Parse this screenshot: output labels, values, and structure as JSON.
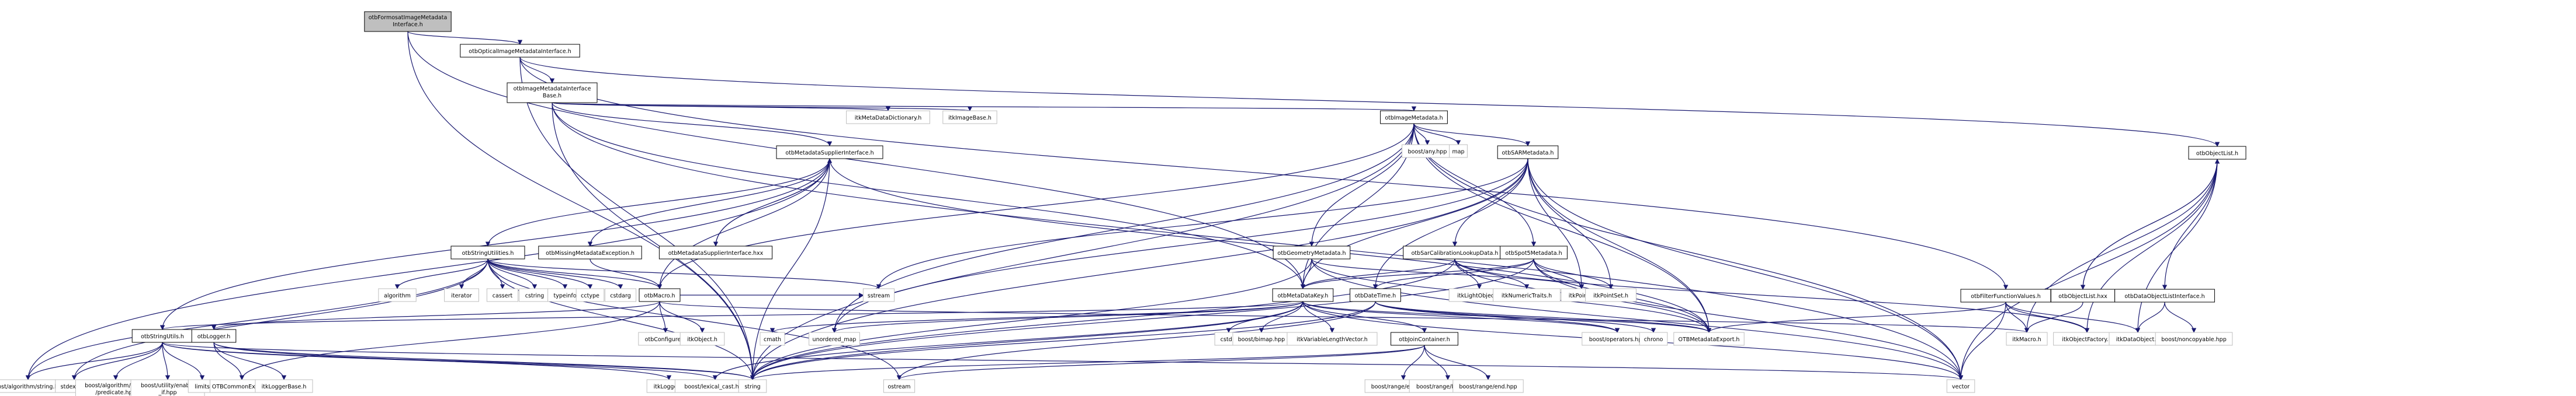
{
  "diagram": {
    "type": "include-dependency-graph",
    "colors": {
      "edge": "#191970",
      "root_fill": "#bfbfbf",
      "documented_fill": "#ffffff",
      "documented_border": "#000000",
      "external_fill": "#ffffff",
      "external_border": "#bfbfbf"
    },
    "nodes": [
      {
        "id": "root",
        "label": [
          "otbFormosatImageMetadata",
          "Interface.h"
        ],
        "kind": "root"
      },
      {
        "id": "optical",
        "label": [
          "otbOpticalImageMetadataInterface.h"
        ],
        "kind": "doc"
      },
      {
        "id": "imibase",
        "label": [
          "otbImageMetadataInterface",
          "Base.h"
        ],
        "kind": "doc"
      },
      {
        "id": "itkmdd",
        "label": [
          "itkMetaDataDictionary.h"
        ],
        "kind": "ext"
      },
      {
        "id": "itkimagebase",
        "label": [
          "itkImageBase.h"
        ],
        "kind": "ext"
      },
      {
        "id": "imagemd",
        "label": [
          "otbImageMetadata.h"
        ],
        "kind": "doc"
      },
      {
        "id": "objectlist",
        "label": [
          "otbObjectList.h"
        ],
        "kind": "doc"
      },
      {
        "id": "mdsupplier",
        "label": [
          "otbMetadataSupplierInterface.h"
        ],
        "kind": "doc"
      },
      {
        "id": "boostany",
        "label": [
          "boost/any.hpp"
        ],
        "kind": "ext"
      },
      {
        "id": "map",
        "label": [
          "map"
        ],
        "kind": "ext"
      },
      {
        "id": "sarmd",
        "label": [
          "otbSARMetadata.h"
        ],
        "kind": "doc"
      },
      {
        "id": "stringutilities",
        "label": [
          "otbStringUtilities.h"
        ],
        "kind": "doc"
      },
      {
        "id": "missingmd",
        "label": [
          "otbMissingMetadataException.h"
        ],
        "kind": "doc"
      },
      {
        "id": "mdsupplierhxx",
        "label": [
          "otbMetadataSupplierInterface.hxx"
        ],
        "kind": "doc"
      },
      {
        "id": "geommd",
        "label": [
          "otbGeometryMetadata.h"
        ],
        "kind": "doc"
      },
      {
        "id": "sarcal",
        "label": [
          "otbSarCalibrationLookupData.h"
        ],
        "kind": "doc"
      },
      {
        "id": "spot5",
        "label": [
          "otbSpot5Metadata.h"
        ],
        "kind": "doc"
      },
      {
        "id": "filterfunc",
        "label": [
          "otbFilterFunctionValues.h"
        ],
        "kind": "doc"
      },
      {
        "id": "objectlisthxx",
        "label": [
          "otbObjectList.hxx"
        ],
        "kind": "doc"
      },
      {
        "id": "dataobjlist",
        "label": [
          "otbDataObjectListInterface.h"
        ],
        "kind": "doc"
      },
      {
        "id": "algorithm",
        "label": [
          "algorithm"
        ],
        "kind": "ext"
      },
      {
        "id": "iterator",
        "label": [
          "iterator"
        ],
        "kind": "ext"
      },
      {
        "id": "cassert",
        "label": [
          "cassert"
        ],
        "kind": "ext"
      },
      {
        "id": "cstring",
        "label": [
          "cstring"
        ],
        "kind": "ext"
      },
      {
        "id": "typeinfo",
        "label": [
          "typeinfo"
        ],
        "kind": "ext"
      },
      {
        "id": "cctype",
        "label": [
          "cctype"
        ],
        "kind": "ext"
      },
      {
        "id": "cstdarg",
        "label": [
          "cstdarg"
        ],
        "kind": "ext"
      },
      {
        "id": "macro",
        "label": [
          "otbMacro.h"
        ],
        "kind": "doc"
      },
      {
        "id": "sstream",
        "label": [
          "sstream"
        ],
        "kind": "ext"
      },
      {
        "id": "mdkey",
        "label": [
          "otbMetaDataKey.h"
        ],
        "kind": "doc"
      },
      {
        "id": "datetime",
        "label": [
          "otbDateTime.h"
        ],
        "kind": "doc"
      },
      {
        "id": "itklightobject",
        "label": [
          "itkLightObject.h"
        ],
        "kind": "ext"
      },
      {
        "id": "itknumerictraits",
        "label": [
          "itkNumericTraits.h"
        ],
        "kind": "ext"
      },
      {
        "id": "itkpoint",
        "label": [
          "itkPoint.h"
        ],
        "kind": "ext"
      },
      {
        "id": "itkpointset",
        "label": [
          "itkPointSet.h"
        ],
        "kind": "ext"
      },
      {
        "id": "stringutils",
        "label": [
          "otbStringUtils.h"
        ],
        "kind": "doc"
      },
      {
        "id": "logger",
        "label": [
          "otbLogger.h"
        ],
        "kind": "doc"
      },
      {
        "id": "otbconfigure",
        "label": [
          "otbConfigure.h"
        ],
        "kind": "ext"
      },
      {
        "id": "itkobject",
        "label": [
          "itkObject.h"
        ],
        "kind": "ext"
      },
      {
        "id": "cmath",
        "label": [
          "cmath"
        ],
        "kind": "ext"
      },
      {
        "id": "unorderedmap",
        "label": [
          "unordered_map"
        ],
        "kind": "ext"
      },
      {
        "id": "cstdio",
        "label": [
          "cstdio"
        ],
        "kind": "ext"
      },
      {
        "id": "boostbimap",
        "label": [
          "boost/bimap.hpp"
        ],
        "kind": "ext"
      },
      {
        "id": "itkvlv",
        "label": [
          "itkVariableLengthVector.h"
        ],
        "kind": "ext"
      },
      {
        "id": "joincontainer",
        "label": [
          "otbJoinContainer.h"
        ],
        "kind": "doc"
      },
      {
        "id": "boostoperators",
        "label": [
          "boost/operators.hpp"
        ],
        "kind": "ext"
      },
      {
        "id": "chrono",
        "label": [
          "chrono"
        ],
        "kind": "ext"
      },
      {
        "id": "otbmdexport",
        "label": [
          "OTBMetadataExport.h"
        ],
        "kind": "ext"
      },
      {
        "id": "itkmacro",
        "label": [
          "itkMacro.h"
        ],
        "kind": "ext"
      },
      {
        "id": "itkobjectfactory",
        "label": [
          "itkObjectFactory.h"
        ],
        "kind": "ext"
      },
      {
        "id": "itkdataobject",
        "label": [
          "itkDataObject.h"
        ],
        "kind": "ext"
      },
      {
        "id": "boostnoncopyable",
        "label": [
          "boost/noncopyable.hpp"
        ],
        "kind": "ext"
      },
      {
        "id": "boostalgostring",
        "label": [
          "boost/algorithm/string.hpp"
        ],
        "kind": "ext"
      },
      {
        "id": "stdexcept",
        "label": [
          "stdexcept"
        ],
        "kind": "ext"
      },
      {
        "id": "boostpredicate",
        "label": [
          "boost/algorithm/string",
          "/predicate.hpp"
        ],
        "kind": "ext"
      },
      {
        "id": "boostenableif",
        "label": [
          "boost/utility/enable",
          "_if.hpp"
        ],
        "kind": "ext"
      },
      {
        "id": "limits",
        "label": [
          "limits"
        ],
        "kind": "ext"
      },
      {
        "id": "otbcommonexport",
        "label": [
          "OTBCommonExport.h"
        ],
        "kind": "ext"
      },
      {
        "id": "itkloggerbase",
        "label": [
          "itkLoggerBase.h"
        ],
        "kind": "ext"
      },
      {
        "id": "itklogger",
        "label": [
          "itkLogger.h"
        ],
        "kind": "ext"
      },
      {
        "id": "boostlexical",
        "label": [
          "boost/lexical_cast.hpp"
        ],
        "kind": "ext"
      },
      {
        "id": "string",
        "label": [
          "string"
        ],
        "kind": "ext"
      },
      {
        "id": "ostream",
        "label": [
          "ostream"
        ],
        "kind": "ext"
      },
      {
        "id": "boostrangeempty",
        "label": [
          "boost/range/empty.hpp"
        ],
        "kind": "ext"
      },
      {
        "id": "boostrangebegin",
        "label": [
          "boost/range/begin.hpp"
        ],
        "kind": "ext"
      },
      {
        "id": "boostrangeend",
        "label": [
          "boost/range/end.hpp"
        ],
        "kind": "ext"
      },
      {
        "id": "vector",
        "label": [
          "vector"
        ],
        "kind": "ext"
      }
    ],
    "edges": [
      [
        "root",
        "optical"
      ],
      [
        "root",
        "mdkey"
      ],
      [
        "root",
        "string"
      ],
      [
        "optical",
        "imibase"
      ],
      [
        "optical",
        "objectlist"
      ],
      [
        "optical",
        "filterfunc"
      ],
      [
        "optical",
        "string"
      ],
      [
        "imibase",
        "itkmdd"
      ],
      [
        "imibase",
        "itkimagebase"
      ],
      [
        "imibase",
        "imagemd"
      ],
      [
        "imibase",
        "mdsupplier"
      ],
      [
        "imibase",
        "mdkey"
      ],
      [
        "imibase",
        "string"
      ],
      [
        "imibase",
        "vector"
      ],
      [
        "imagemd",
        "boostany"
      ],
      [
        "imagemd",
        "map"
      ],
      [
        "imagemd",
        "sarmd"
      ],
      [
        "imagemd",
        "geommd"
      ],
      [
        "imagemd",
        "spot5"
      ],
      [
        "imagemd",
        "mdkey"
      ],
      [
        "imagemd",
        "macro"
      ],
      [
        "imagemd",
        "string"
      ],
      [
        "imagemd",
        "vector"
      ],
      [
        "imagemd",
        "otbmdexport"
      ],
      [
        "imagemd",
        "unorderedmap"
      ],
      [
        "mdsupplier",
        "stringutilities"
      ],
      [
        "mdsupplier",
        "missingmd"
      ],
      [
        "mdsupplier",
        "mdsupplierhxx"
      ],
      [
        "mdsupplier",
        "macro"
      ],
      [
        "mdsupplier",
        "string"
      ],
      [
        "mdsupplier",
        "otbmdexport"
      ],
      [
        "mdsupplier",
        "boostalgostring"
      ],
      [
        "mdsupplier",
        "stringutils"
      ],
      [
        "mdsupplierhxx",
        "mdsupplier"
      ],
      [
        "missingmd",
        "macro"
      ],
      [
        "stringutilities",
        "algorithm"
      ],
      [
        "stringutilities",
        "iterator"
      ],
      [
        "stringutilities",
        "cassert"
      ],
      [
        "stringutilities",
        "cstring"
      ],
      [
        "stringutilities",
        "typeinfo"
      ],
      [
        "stringutilities",
        "cctype"
      ],
      [
        "stringutilities",
        "cstdarg"
      ],
      [
        "stringutilities",
        "macro"
      ],
      [
        "stringutilities",
        "sstream"
      ],
      [
        "stringutilities",
        "string"
      ],
      [
        "stringutilities",
        "stdexcept"
      ],
      [
        "stringutilities",
        "boostalgostring"
      ],
      [
        "stringutilities",
        "ostream"
      ],
      [
        "macro",
        "otbconfigure"
      ],
      [
        "macro",
        "itkobject"
      ],
      [
        "macro",
        "logger"
      ],
      [
        "macro",
        "itkmacro"
      ],
      [
        "macro",
        "sstream"
      ],
      [
        "macro",
        "otbcommonexport"
      ],
      [
        "sarmd",
        "mdkey"
      ],
      [
        "sarmd",
        "datetime"
      ],
      [
        "sarmd",
        "sarcal"
      ],
      [
        "sarmd",
        "itkpoint"
      ],
      [
        "sarmd",
        "itkpointset"
      ],
      [
        "sarmd",
        "string"
      ],
      [
        "sarmd",
        "vector"
      ],
      [
        "sarmd",
        "otbmdexport"
      ],
      [
        "sarmd",
        "unorderedmap"
      ],
      [
        "sarmd",
        "sstream"
      ],
      [
        "geommd",
        "mdkey"
      ],
      [
        "geommd",
        "itkpoint"
      ],
      [
        "geommd",
        "string"
      ],
      [
        "geommd",
        "vector"
      ],
      [
        "geommd",
        "otbmdexport"
      ],
      [
        "sarcal",
        "itklightobject"
      ],
      [
        "sarcal",
        "itknumerictraits"
      ],
      [
        "sarcal",
        "itkobjectfactory"
      ],
      [
        "sarcal",
        "mdkey"
      ],
      [
        "sarcal",
        "otbmdexport"
      ],
      [
        "sarcal",
        "string"
      ],
      [
        "spot5",
        "itkpoint"
      ],
      [
        "spot5",
        "datetime"
      ],
      [
        "spot5",
        "mdkey"
      ],
      [
        "spot5",
        "otbmdexport"
      ],
      [
        "spot5",
        "vector"
      ],
      [
        "spot5",
        "string"
      ],
      [
        "spot5",
        "itkpointset"
      ],
      [
        "mdkey",
        "cstdio"
      ],
      [
        "mdkey",
        "boostbimap"
      ],
      [
        "mdkey",
        "itkvlv"
      ],
      [
        "mdkey",
        "joincontainer"
      ],
      [
        "mdkey",
        "boostoperators"
      ],
      [
        "mdkey",
        "string"
      ],
      [
        "mdkey",
        "unorderedmap"
      ],
      [
        "mdkey",
        "cmath"
      ],
      [
        "mdkey",
        "otbmdexport"
      ],
      [
        "mdkey",
        "vector"
      ],
      [
        "mdkey",
        "stringutils"
      ],
      [
        "mdkey",
        "boostlexical"
      ],
      [
        "datetime",
        "chrono"
      ],
      [
        "datetime",
        "boostoperators"
      ],
      [
        "datetime",
        "otbmdexport"
      ],
      [
        "datetime",
        "string"
      ],
      [
        "datetime",
        "ostream"
      ],
      [
        "joincontainer",
        "boostrangeempty"
      ],
      [
        "joincontainer",
        "boostrangebegin"
      ],
      [
        "joincontainer",
        "boostrangeend"
      ],
      [
        "joincontainer",
        "string"
      ],
      [
        "joincontainer",
        "ostream"
      ],
      [
        "stringutils",
        "boostalgostring"
      ],
      [
        "stringutils",
        "stdexcept"
      ],
      [
        "stringutils",
        "boostpredicate"
      ],
      [
        "stringutils",
        "boostenableif"
      ],
      [
        "stringutils",
        "limits"
      ],
      [
        "stringutils",
        "string"
      ],
      [
        "stringutils",
        "vector"
      ],
      [
        "stringutils",
        "boostlexical"
      ],
      [
        "logger",
        "otbcommonexport"
      ],
      [
        "logger",
        "itkloggerbase"
      ],
      [
        "logger",
        "itklogger"
      ],
      [
        "logger",
        "string"
      ],
      [
        "filterfunc",
        "itkmacro"
      ],
      [
        "filterfunc",
        "itkobjectfactory"
      ],
      [
        "filterfunc",
        "itkdataobject"
      ],
      [
        "filterfunc",
        "vector"
      ],
      [
        "filterfunc",
        "otbmdexport"
      ],
      [
        "objectlist",
        "objectlisthxx"
      ],
      [
        "objectlist",
        "dataobjlist"
      ],
      [
        "objectlist",
        "itkdataobject"
      ],
      [
        "objectlist",
        "itkobjectfactory"
      ],
      [
        "objectlist",
        "vector"
      ],
      [
        "objectlist",
        "itkmacro"
      ],
      [
        "objectlisthxx",
        "objectlist"
      ],
      [
        "objectlisthxx",
        "itkmacro"
      ],
      [
        "dataobjlist",
        "boostnoncopyable"
      ],
      [
        "dataobjlist",
        "itkdataobject"
      ]
    ]
  }
}
